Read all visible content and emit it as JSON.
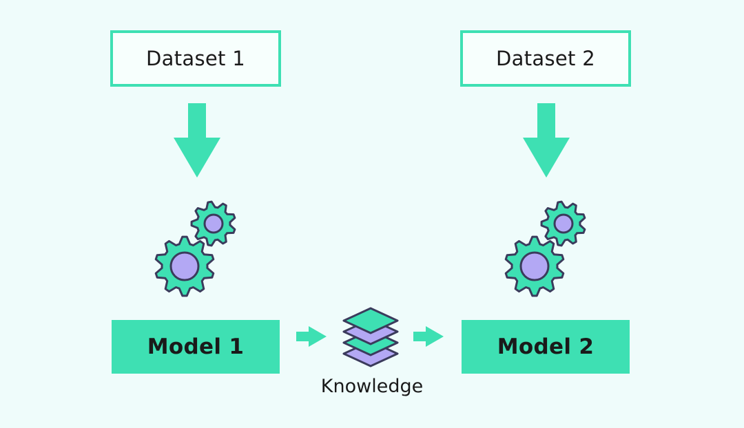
{
  "colors": {
    "background": "#effcfb",
    "accent": "#3ee0b3",
    "gear_outline": "#3b3b5c",
    "gear_center": "#b3a8f4",
    "stack_purple": "#b3a8f4"
  },
  "datasets": [
    {
      "label": "Dataset 1"
    },
    {
      "label": "Dataset 2"
    }
  ],
  "models": [
    {
      "label": "Model 1",
      "icon": "gears-icon"
    },
    {
      "label": "Model 2",
      "icon": "gears-icon"
    }
  ],
  "knowledge": {
    "label": "Knowledge",
    "icon": "layers-stack-icon"
  }
}
